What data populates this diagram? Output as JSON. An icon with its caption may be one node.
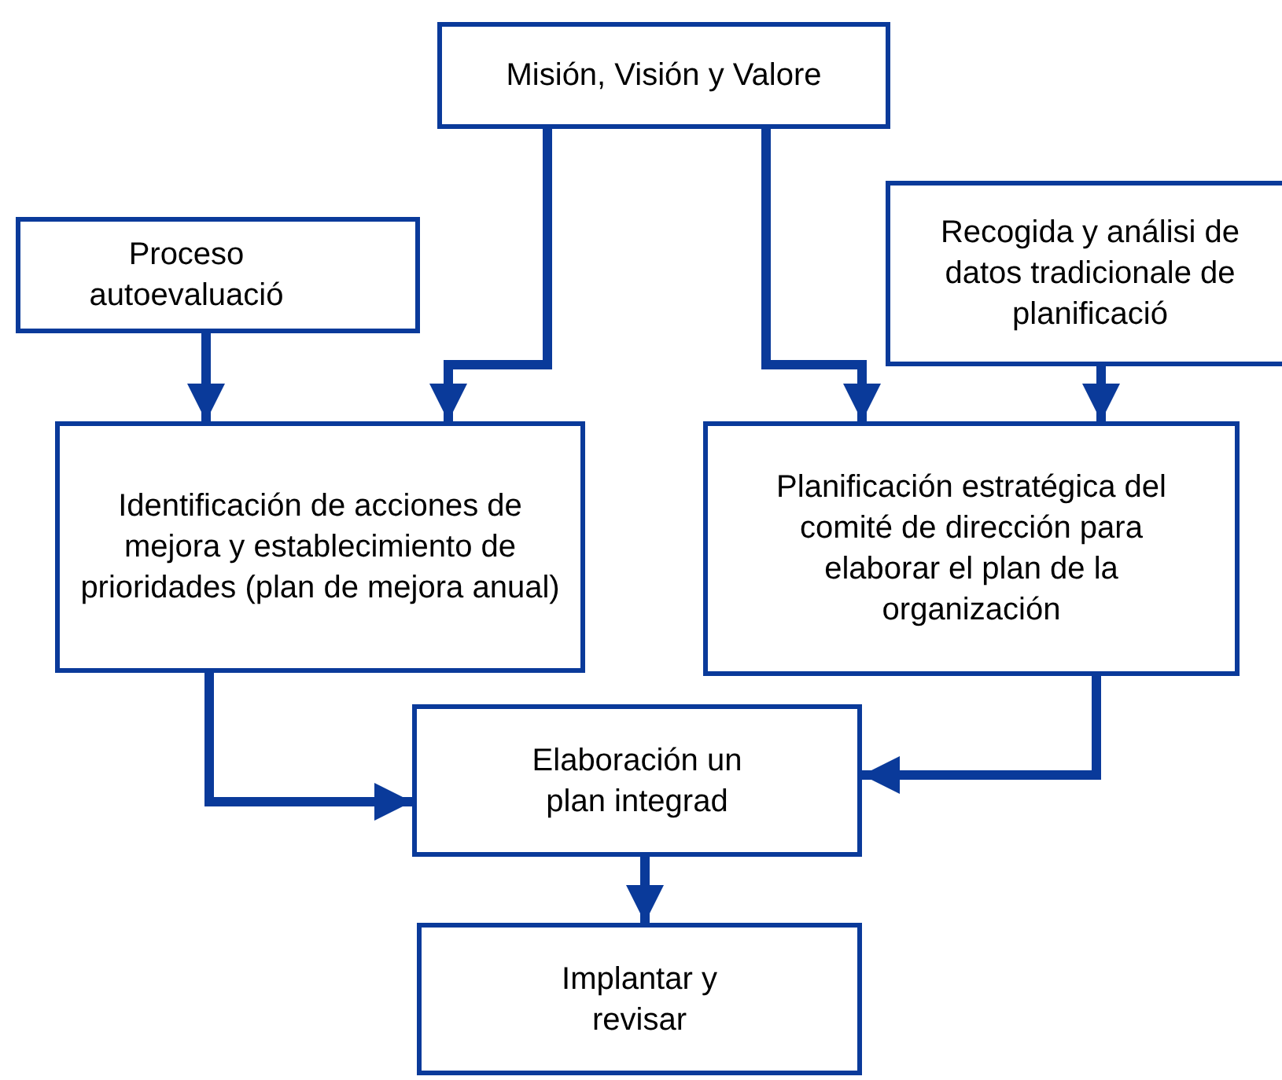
{
  "diagram": {
    "nodes": [
      {
        "text": [
          "Misión, Visión y  Valore"
        ]
      },
      {
        "text": [
          "Proceso autoevaluació"
        ]
      },
      {
        "text": [
          "Recogida y  análisi de datos tradicionale de planificació"
        ]
      },
      {
        "text": [
          "Identificación de acciones de mejora y establecimiento de prioridades (plan de mejora anual)"
        ]
      },
      {
        "text": [
          "Planificación estratégica del comité de dirección para elaborar el plan de la organización"
        ]
      },
      {
        "text": [
          "Elaboración un plan integrad"
        ]
      },
      {
        "text": [
          "Implantar y revisar"
        ]
      }
    ],
    "edges": [
      {
        "from": 0,
        "to": 3,
        "arrow": "to"
      },
      {
        "from": 0,
        "to": 4,
        "arrow": "to"
      },
      {
        "from": 1,
        "to": 3,
        "arrow": "to"
      },
      {
        "from": 2,
        "to": 4,
        "arrow": "to"
      },
      {
        "from": 3,
        "to": 5,
        "arrow": "to"
      },
      {
        "from": 4,
        "to": 5,
        "arrow": "to"
      },
      {
        "from": 5,
        "to": 6,
        "arrow": "to"
      }
    ]
  }
}
